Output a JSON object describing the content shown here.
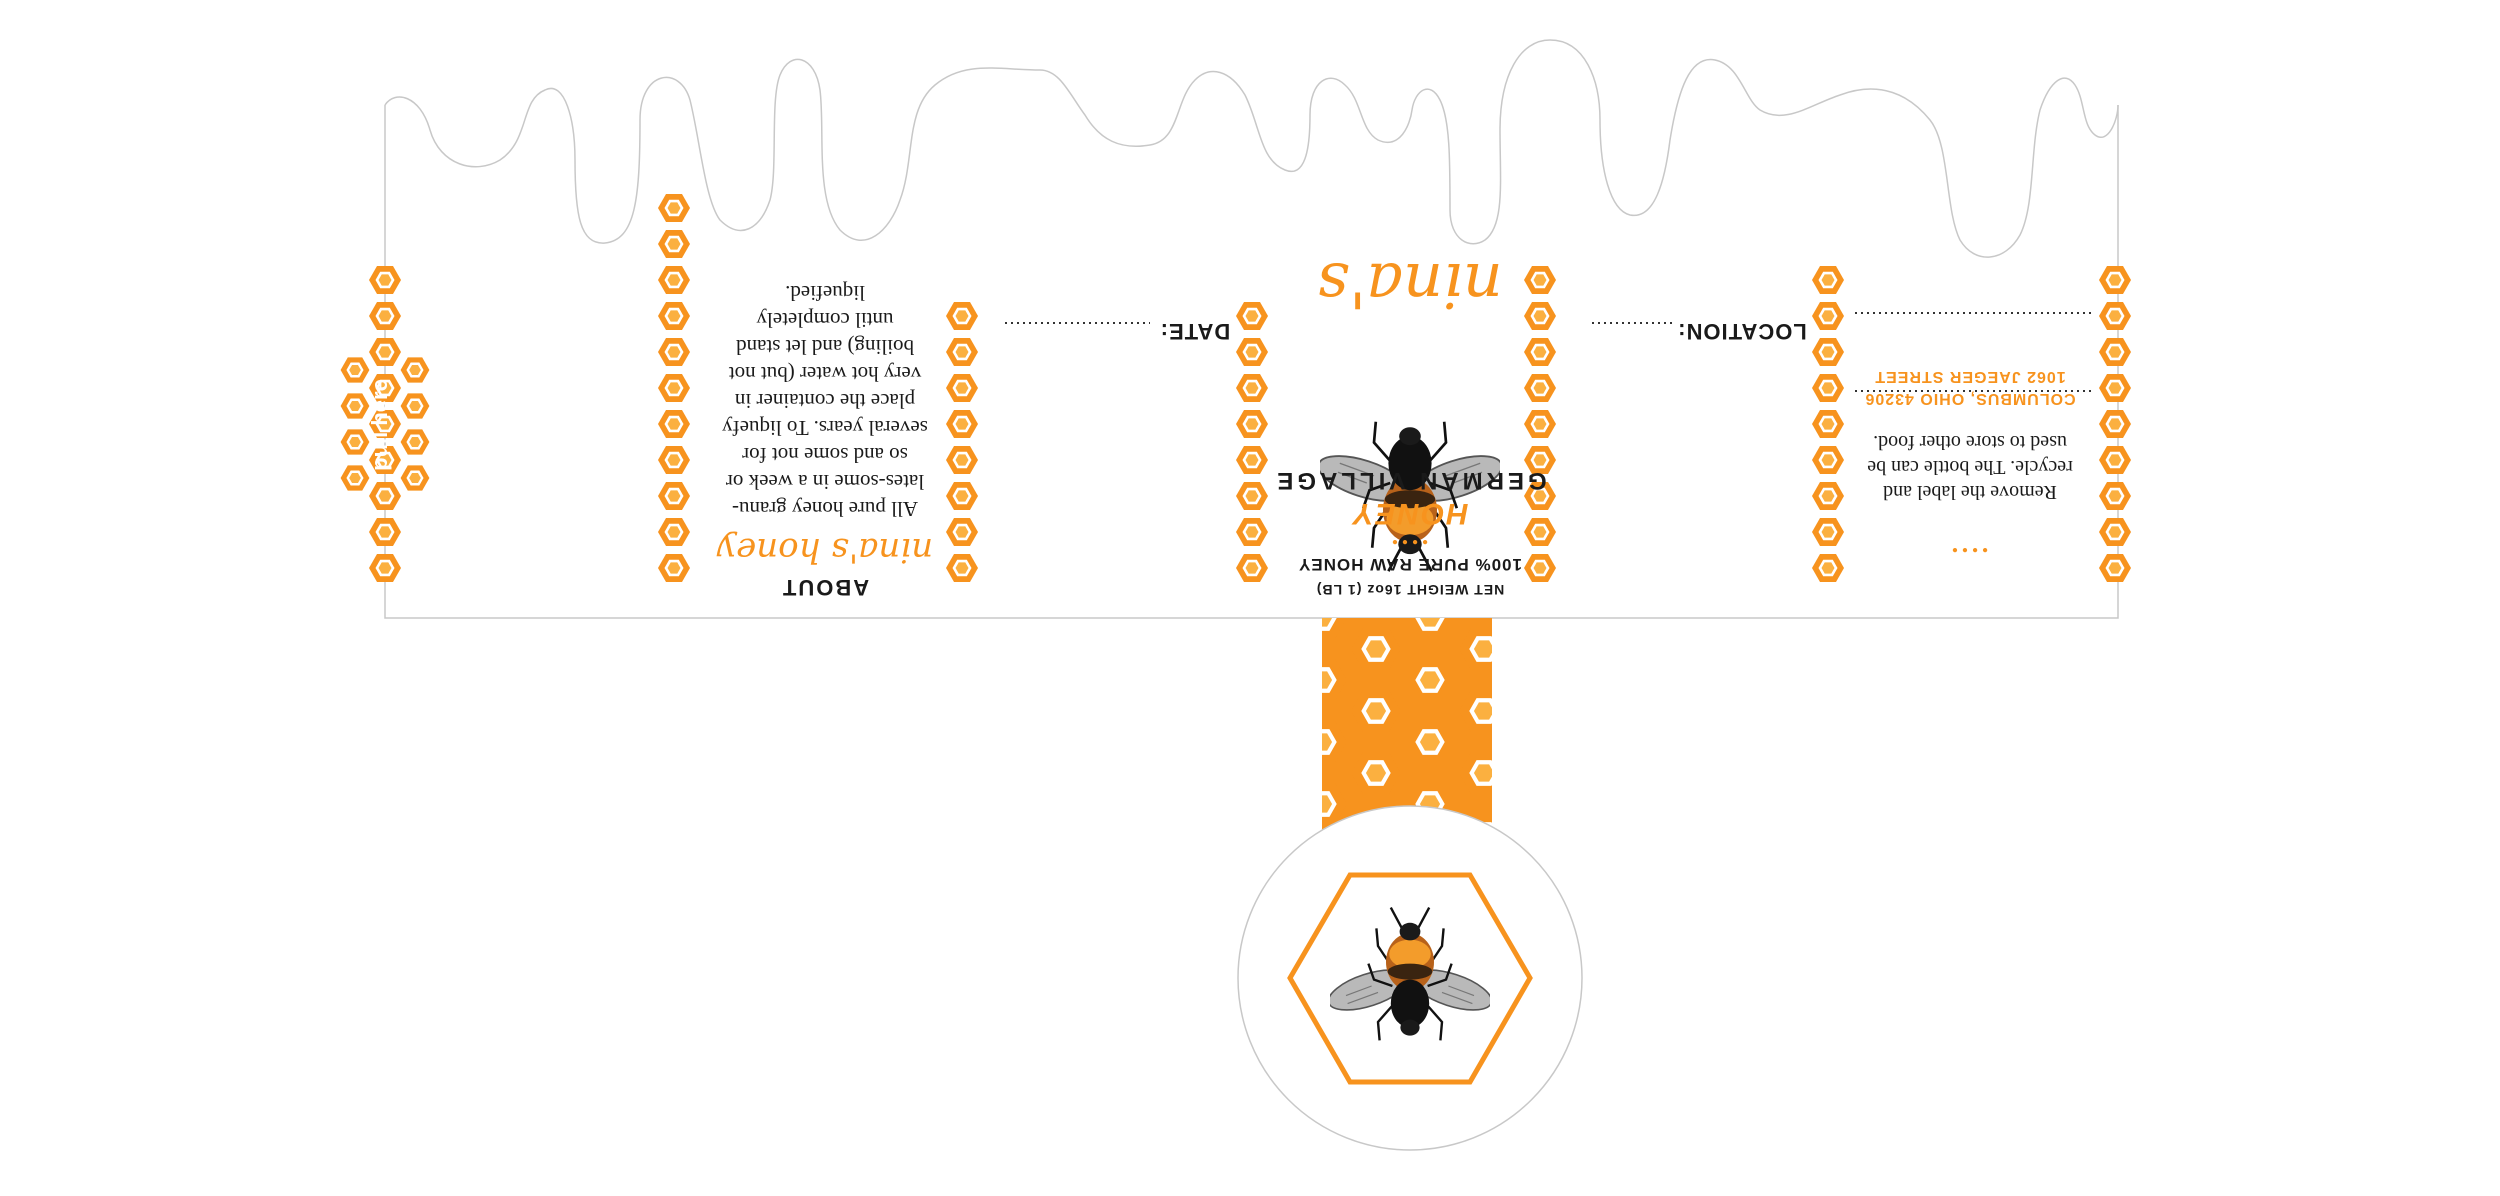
{
  "colors": {
    "orange": "#f7931e",
    "light_orange": "#fbb040",
    "outline": "#c8c8c8",
    "text": "#1a1a1a"
  },
  "tab": {
    "pull_label": "pull here"
  },
  "about": {
    "title": "ABOUT",
    "script_title": "nina's honey",
    "body": [
      "All pure honey granu-",
      "lates-some in a week or",
      "so and some not for",
      "several years. To liquefy",
      "place the container in",
      "very hot water (but not",
      "boiling) and let stand",
      "until completely",
      "liquefied."
    ]
  },
  "date": {
    "label": "DATE:"
  },
  "front": {
    "brand_script": "nina's",
    "subtitle": "GERMAN VILLAGE",
    "product": "HONEY",
    "dots": "• • • •",
    "description": "100% PURE RAW HONEY",
    "weight": "NET WEIGHT 16oz (1 LB)",
    "icon": "bee-icon"
  },
  "location": {
    "label": "LOCATION:"
  },
  "back": {
    "address_line1": "1062 JAEGER STREET",
    "address_line2": "COLUMBUS, OHIO 43206",
    "recycle": [
      "Remove the label and",
      "recycle. The bottle can be",
      "used to store other food."
    ],
    "dots": "• • • •"
  },
  "lid": {
    "icon": "bee-icon"
  }
}
